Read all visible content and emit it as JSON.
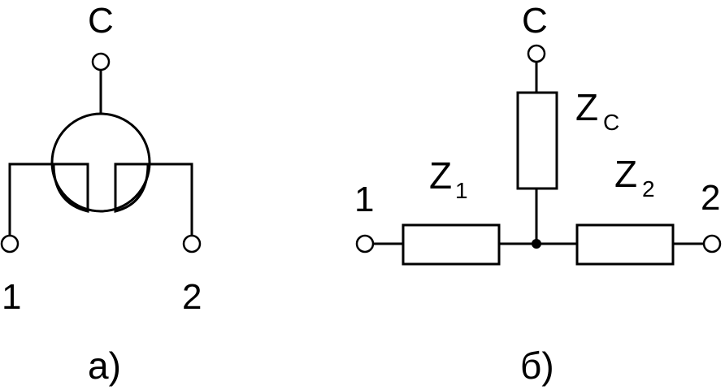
{
  "diagram_a": {
    "terminal_c_label": "C",
    "terminal_1_label": "1",
    "terminal_2_label": "2",
    "caption": "а)"
  },
  "diagram_b": {
    "terminal_c_label": "C",
    "terminal_1_label": "1",
    "terminal_2_label": "2",
    "z1": {
      "main": "Z",
      "sub": "1"
    },
    "z2": {
      "main": "Z",
      "sub": "2"
    },
    "zc": {
      "main": "Z",
      "sub": "C"
    },
    "caption": "б)"
  }
}
